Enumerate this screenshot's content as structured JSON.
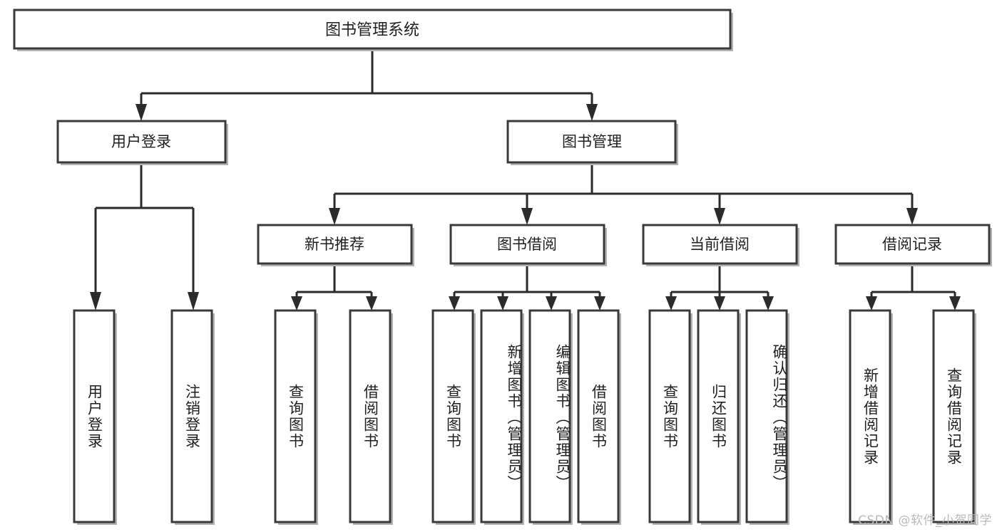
{
  "diagram": {
    "type": "tree-hierarchy",
    "title": "图书管理系统",
    "watermark": "CSDN @软件_小贺同学",
    "colors": {
      "box_stroke": "#3a3a3a",
      "box_fill": "#ffffff",
      "connector": "#2b2b2b",
      "text": "#1f1f1f",
      "background": "#ffffff",
      "watermark": "#b9b9b9"
    },
    "root": {
      "id": "root",
      "label": "图书管理系统",
      "orientation": "horizontal"
    },
    "level2": [
      {
        "id": "user-login",
        "label": "用户登录",
        "orientation": "horizontal",
        "children": [
          {
            "id": "user-login-do",
            "label": "用户登录",
            "orientation": "vertical"
          },
          {
            "id": "user-logout",
            "label": "注销登录",
            "orientation": "vertical"
          }
        ]
      },
      {
        "id": "book-management",
        "label": "图书管理",
        "orientation": "horizontal",
        "children": [
          {
            "id": "new-book-recommend",
            "label": "新书推荐",
            "orientation": "horizontal",
            "children": [
              {
                "id": "nbr-query-book",
                "label": "查询图书",
                "orientation": "vertical"
              },
              {
                "id": "nbr-borrow-book",
                "label": "借阅图书",
                "orientation": "vertical"
              }
            ]
          },
          {
            "id": "book-borrow",
            "label": "图书借阅",
            "orientation": "horizontal",
            "children": [
              {
                "id": "bb-query-book",
                "label": "查询图书",
                "orientation": "vertical"
              },
              {
                "id": "bb-add-book",
                "label": "新增图书（管理员）",
                "orientation": "vertical"
              },
              {
                "id": "bb-edit-book",
                "label": "编辑图书（管理员）",
                "orientation": "vertical"
              },
              {
                "id": "bb-borrow-book",
                "label": "借阅图书",
                "orientation": "vertical"
              }
            ]
          },
          {
            "id": "current-borrow",
            "label": "当前借阅",
            "orientation": "horizontal",
            "children": [
              {
                "id": "cb-query-book",
                "label": "查询图书",
                "orientation": "vertical"
              },
              {
                "id": "cb-return-book",
                "label": "归还图书",
                "orientation": "vertical"
              },
              {
                "id": "cb-confirm-return",
                "label": "确认归还（管理员）",
                "orientation": "vertical"
              }
            ]
          },
          {
            "id": "borrow-record",
            "label": "借阅记录",
            "orientation": "horizontal",
            "children": [
              {
                "id": "br-add-record",
                "label": "新增借阅记录",
                "orientation": "vertical"
              },
              {
                "id": "br-query-record",
                "label": "查询借阅记录",
                "orientation": "vertical"
              }
            ]
          }
        ]
      }
    ]
  }
}
